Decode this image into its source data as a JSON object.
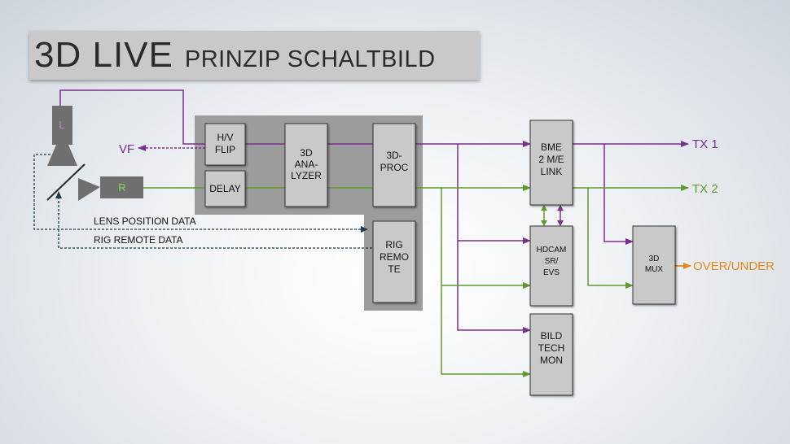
{
  "title": {
    "main": "3D LIVE",
    "sub": "PRINZIP SCHALTBILD"
  },
  "camera": {
    "left_label": "L",
    "right_label": "R"
  },
  "blocks": {
    "hv_flip": [
      "H/V",
      "FLIP"
    ],
    "delay": [
      "DELAY"
    ],
    "analyzer": [
      "3D",
      "ANA-",
      "LYZER"
    ],
    "proc": [
      "3D-",
      "PROC"
    ],
    "rig_remote": [
      "RIG",
      "REMO",
      "TE"
    ],
    "bme": [
      "BME",
      "2 M/E",
      "LINK"
    ],
    "hdcam": [
      "HDCAM",
      "SR/",
      "EVS"
    ],
    "bildtech": [
      "BILD",
      "TECH",
      "MON"
    ],
    "mux": [
      "3D",
      "MUX"
    ]
  },
  "outputs": {
    "vf": "VF",
    "tx1": "TX 1",
    "tx2": "TX 2",
    "over_under": "OVER/UNDER"
  },
  "data_lines": {
    "lens": "LENS POSITION DATA",
    "rig": "RIG REMOTE DATA"
  },
  "colors": {
    "left_signal": "#7a2e8e",
    "right_signal": "#5f9a30",
    "out_3d": "#e08a1e",
    "data": "#1f3a4a",
    "box": "#c9c9c9",
    "panel": "#9c9c9c",
    "camera": "#6f6f6f"
  }
}
